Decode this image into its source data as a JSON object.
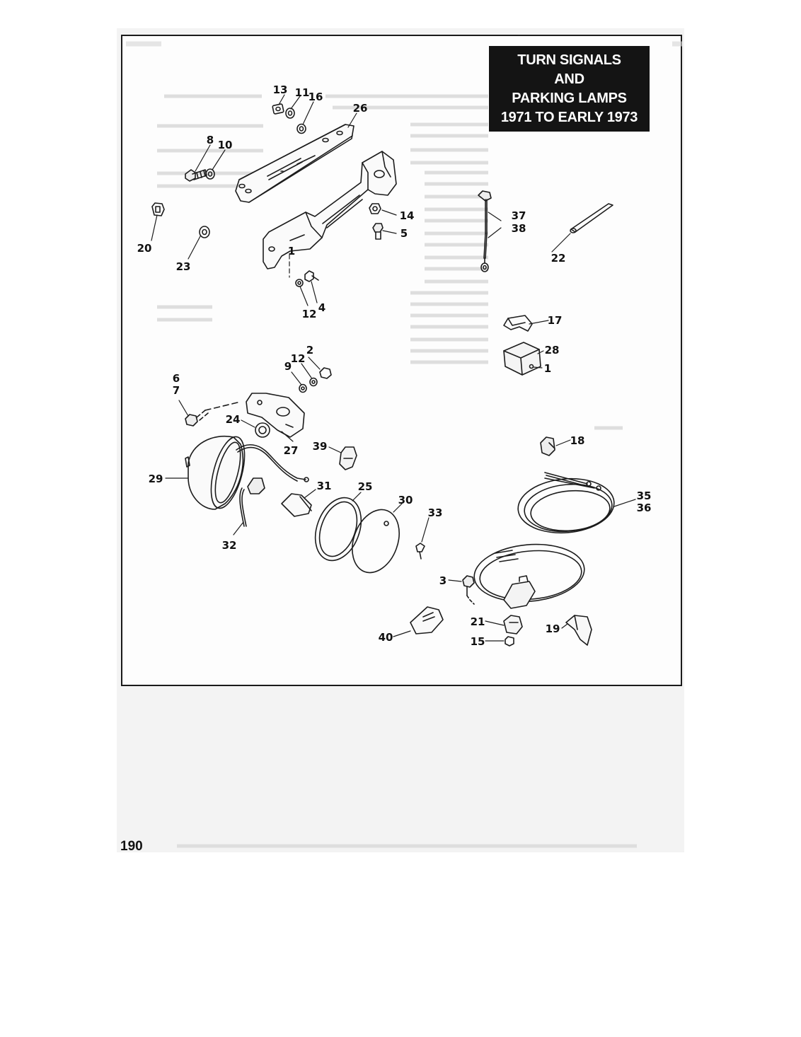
{
  "page": {
    "title_lines": [
      "TURN SIGNALS",
      "AND",
      "PARKING LAMPS",
      "1971 TO EARLY 1973"
    ],
    "page_number": "190"
  },
  "parts": [
    {
      "id": "p1",
      "number": "1"
    },
    {
      "id": "p2",
      "number": "2"
    },
    {
      "id": "p3",
      "number": "3"
    },
    {
      "id": "p4",
      "number": "4"
    },
    {
      "id": "p5",
      "number": "5"
    },
    {
      "id": "p6",
      "number": "6"
    },
    {
      "id": "p7",
      "number": "7"
    },
    {
      "id": "p8",
      "number": "8"
    },
    {
      "id": "p9",
      "number": "9"
    },
    {
      "id": "p10",
      "number": "10"
    },
    {
      "id": "p11",
      "number": "11"
    },
    {
      "id": "p12a",
      "number": "12"
    },
    {
      "id": "p12b",
      "number": "12"
    },
    {
      "id": "p13",
      "number": "13"
    },
    {
      "id": "p14",
      "number": "14"
    },
    {
      "id": "p15",
      "number": "15"
    },
    {
      "id": "p16",
      "number": "16"
    },
    {
      "id": "p17",
      "number": "17"
    },
    {
      "id": "p18",
      "number": "18"
    },
    {
      "id": "p19",
      "number": "19"
    },
    {
      "id": "p20",
      "number": "20"
    },
    {
      "id": "p21",
      "number": "21"
    },
    {
      "id": "p22",
      "number": "22"
    },
    {
      "id": "p23",
      "number": "23"
    },
    {
      "id": "p24",
      "number": "24"
    },
    {
      "id": "p25",
      "number": "25"
    },
    {
      "id": "p26",
      "number": "26"
    },
    {
      "id": "p27",
      "number": "27"
    },
    {
      "id": "p28",
      "number": "28"
    },
    {
      "id": "p29",
      "number": "29"
    },
    {
      "id": "p30",
      "number": "30"
    },
    {
      "id": "p31",
      "number": "31"
    },
    {
      "id": "p32",
      "number": "32"
    },
    {
      "id": "p33",
      "number": "33"
    },
    {
      "id": "p35",
      "number": "35"
    },
    {
      "id": "p36",
      "number": "36"
    },
    {
      "id": "p37",
      "number": "37"
    },
    {
      "id": "p38",
      "number": "38"
    },
    {
      "id": "p39",
      "number": "39"
    },
    {
      "id": "p40",
      "number": "40"
    }
  ]
}
